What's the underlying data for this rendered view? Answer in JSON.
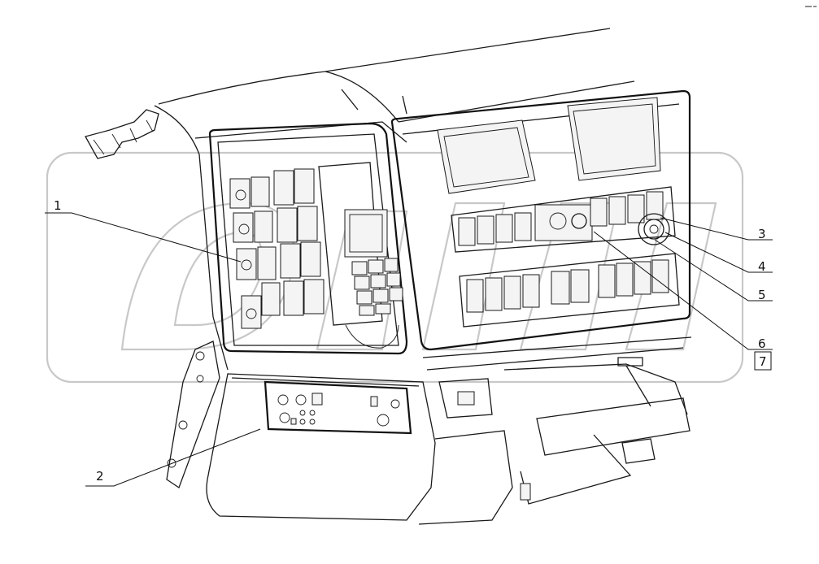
{
  "callouts": [
    {
      "id": "1",
      "label": "1"
    },
    {
      "id": "2",
      "label": "2"
    },
    {
      "id": "3",
      "label": "3"
    },
    {
      "id": "4",
      "label": "4"
    },
    {
      "id": "5",
      "label": "5"
    },
    {
      "id": "6",
      "label": "6"
    },
    {
      "id": "7",
      "label": "7",
      "boxed": true
    }
  ],
  "colors": {
    "line": "#1a1a1a",
    "watermark": "#c8c8c8",
    "background": "#ffffff"
  }
}
